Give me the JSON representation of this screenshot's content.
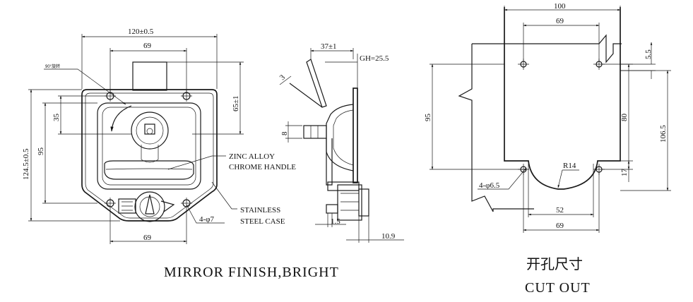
{
  "front_view": {
    "dim_width": "120±0.5",
    "dim_handle_top": "69",
    "dim_bottom": "69",
    "dim_height": "124.5±0.5",
    "dim_inner": "95",
    "dim_left": "35",
    "dim_right": "65±1",
    "note_rotate": "90°旋转",
    "label_handle_1": "ZINC ALLOY",
    "label_handle_2": "CHROME HANDLE",
    "label_case_1": "STAINLESS",
    "label_case_2": "STEEL CASE",
    "label_holes": "4-φ7",
    "caption": "MIRROR FINISH,BRIGHT"
  },
  "side_view": {
    "dim_top": "37±1",
    "dim_gh": "GH=25.5",
    "dim_angle": "3",
    "dim_shaft": "8",
    "dim_bottom_left": "1.5",
    "dim_bottom_right": "10.9"
  },
  "cutout": {
    "dim_outer": "100",
    "dim_holes_top": "69",
    "dim_holes_bottom": "69",
    "dim_slot": "52",
    "dim_left": "95",
    "dim_right": "106.5",
    "dim_inner": "80",
    "dim_top_offset": "5.5",
    "dim_bottom_offset": "17",
    "dim_radius": "R14",
    "label_holes": "4-φ6.5",
    "caption_cn": "开孔尺寸",
    "caption_en": "CUT OUT"
  }
}
